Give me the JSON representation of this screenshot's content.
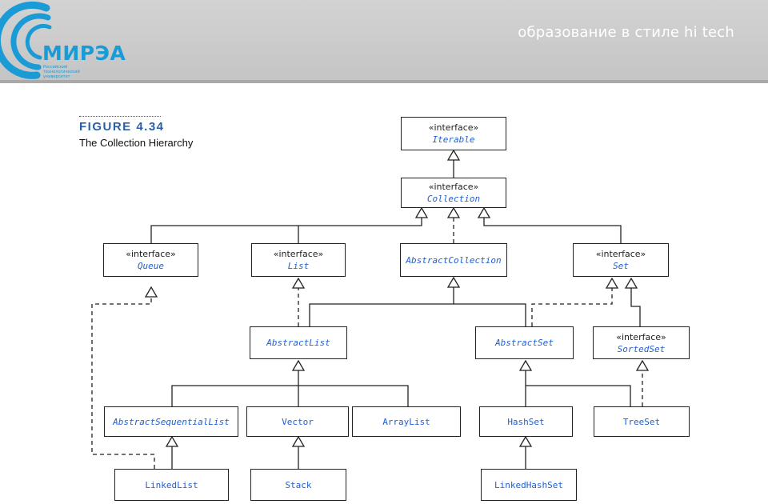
{
  "header": {
    "slogan": "образование в стиле hi tech",
    "logo_word": "МИРЭА",
    "logo_sub": "Российский\nтехнологический\nуниверситет"
  },
  "figure": {
    "number": "FIGURE 4.34",
    "caption": "The Collection Hierarchy"
  },
  "stereotype": "«interface»",
  "nodes": {
    "iterable": {
      "name": "Iterable",
      "interface": true
    },
    "collection": {
      "name": "Collection",
      "interface": true
    },
    "queue": {
      "name": "Queue",
      "interface": true
    },
    "list": {
      "name": "List",
      "interface": true
    },
    "abstract_collection": {
      "name": "AbstractCollection",
      "abstract": true
    },
    "set": {
      "name": "Set",
      "interface": true
    },
    "abstract_list": {
      "name": "AbstractList",
      "abstract": true
    },
    "abstract_set": {
      "name": "AbstractSet",
      "abstract": true
    },
    "sorted_set": {
      "name": "SortedSet",
      "interface": true
    },
    "abstract_sequential_list": {
      "name": "AbstractSequentialList",
      "abstract": true
    },
    "vector": {
      "name": "Vector"
    },
    "array_list": {
      "name": "ArrayList"
    },
    "hash_set": {
      "name": "HashSet"
    },
    "tree_set": {
      "name": "TreeSet"
    },
    "linked_list": {
      "name": "LinkedList"
    },
    "stack": {
      "name": "Stack"
    },
    "linked_hash_set": {
      "name": "LinkedHashSet"
    }
  },
  "colors": {
    "interface_name": "#1f5fd4",
    "lines": "#222222",
    "figure_label": "#2a5fa5",
    "logo": "#1b9bd6"
  }
}
